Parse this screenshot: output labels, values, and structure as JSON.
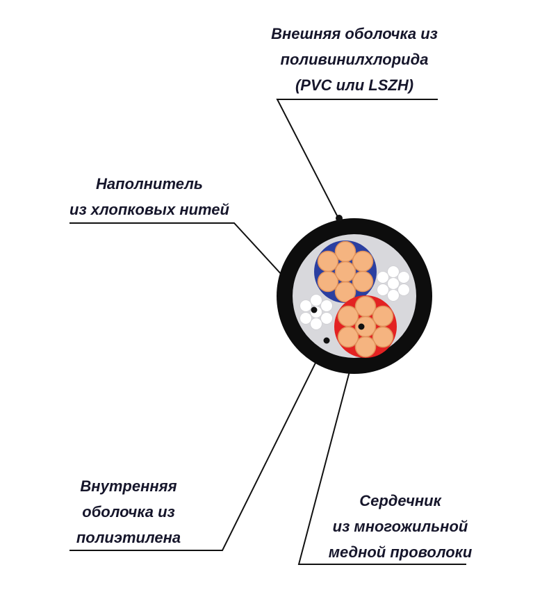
{
  "diagram": {
    "title": "Cable cross-section diagram",
    "labels": {
      "outer_sheath": "Внешняя оболочка из\nполивинилхлорида\n(PVC или LSZH)",
      "filler": "Наполнитель\nиз хлопковых нитей",
      "inner_sheath": "Внутренняя\nоболочка из\nполиэтилена",
      "core": "Сердечник\nиз многожильной\nмедной проволоки"
    },
    "colors": {
      "sheath_black": "#0d0d0d",
      "inner_gray": "#d8d8dc",
      "conductor_blue": "#2b3fa0",
      "conductor_red": "#e32222",
      "copper_strand": "#f5b480",
      "copper_strand_edge": "#e0915a",
      "cotton_white": "#ffffff",
      "text": "#16162b",
      "line": "#111111",
      "background": "#ffffff"
    }
  }
}
